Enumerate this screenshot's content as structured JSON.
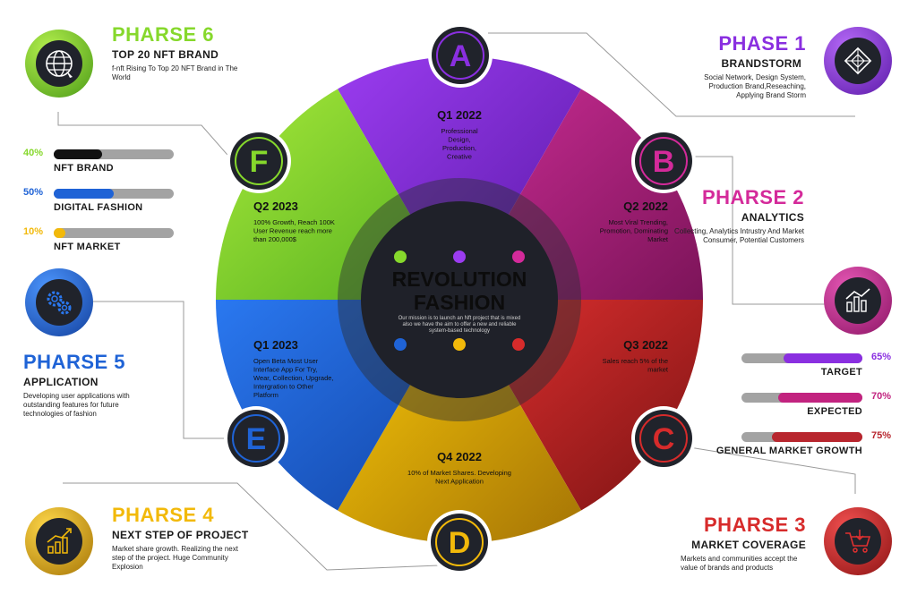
{
  "center": {
    "title_line1": "REVOLUTION",
    "title_line2": "FASHION",
    "mission": "Our mission is to launch an Nft project that is mixed also we have the aim to offer a new and reliable system-based technology"
  },
  "segments": [
    {
      "letter": "A",
      "period": "Q1 2022",
      "desc": "Professional Design, Production, Creative",
      "color": "#8a2fe0"
    },
    {
      "letter": "B",
      "period": "Q2 2022",
      "desc": "Most Viral Trending, Promotion, Dominating Market",
      "color": "#d42a9a"
    },
    {
      "letter": "C",
      "period": "Q3 2022",
      "desc": "Sales reach 5% of the market",
      "color": "#d72b2b"
    },
    {
      "letter": "D",
      "period": "Q4 2022",
      "desc": "10% of Market Shares. Developing Next Application",
      "color": "#f2b90a"
    },
    {
      "letter": "E",
      "period": "Q1 2023",
      "desc": "Open Beta Most User Interface App For Try, Wear, Collection, Upgrade, Intergration to Other Platform",
      "color": "#1f63d6"
    },
    {
      "letter": "F",
      "period": "Q2 2023",
      "desc": "100% Growth, Reach 100K User Revenue reach more than 200,000$",
      "color": "#86d82c"
    }
  ],
  "phases": {
    "p1": {
      "title": "PHASE 1",
      "subtitle": "BRANDSTORM",
      "desc": "Social Network, Design System, Production Brand,Reseaching, Applying Brand Storm",
      "icon": "brand-diamond-icon",
      "color": "#8a2fe0"
    },
    "p2": {
      "title": "PHARSE 2",
      "subtitle": "ANALYTICS",
      "desc": "Collecting, Analytics Intrustry And Market Consumer, Potential Customers",
      "icon": "analytics-chart-icon",
      "color": "#d42a9a"
    },
    "p3": {
      "title": "PHARSE 3",
      "subtitle": "MARKET COVERAGE",
      "desc": "Markets and communities accept the value of brands and products",
      "icon": "shopping-cart-icon",
      "color": "#d72b2b"
    },
    "p4": {
      "title": "PHARSE 4",
      "subtitle": "NEXT STEP OF PROJECT",
      "desc": "Market share growth. Realizing the next step of the project. Huge Community Explosion",
      "icon": "growth-chart-icon",
      "color": "#f2b90a"
    },
    "p5": {
      "title": "PHARSE 5",
      "subtitle": "APPLICATION",
      "desc": "Developing user applications with outstanding features for future technologies of fashion",
      "icon": "gears-icon",
      "color": "#1f63d6"
    },
    "p6": {
      "title": "PHARSE 6",
      "subtitle": "TOP 20 NFT BRAND",
      "desc": "f-nft Rising To Top 20 NFT Brand in The World",
      "icon": "globe-icon",
      "color": "#86d82c"
    }
  },
  "left_bars": [
    {
      "percent": 40,
      "percent_label": "40%",
      "label": "NFT BRAND",
      "color": "#111111",
      "pct_color": "#86d82c"
    },
    {
      "percent": 50,
      "percent_label": "50%",
      "label": "DIGITAL FASHION",
      "color": "#1f63d6",
      "pct_color": "#1f63d6"
    },
    {
      "percent": 10,
      "percent_label": "10%",
      "label": "NFT MARKET",
      "color": "#f2b90a",
      "pct_color": "#f2b90a"
    }
  ],
  "right_bars": [
    {
      "percent": 65,
      "percent_label": "65%",
      "label": "TARGET",
      "color": "#8a2fe0"
    },
    {
      "percent": 70,
      "percent_label": "70%",
      "label": "EXPECTED",
      "color": "#c2237f"
    },
    {
      "percent": 75,
      "percent_label": "75%",
      "label": "GENERAL MARKET GROWTH",
      "color": "#b8262e"
    }
  ]
}
